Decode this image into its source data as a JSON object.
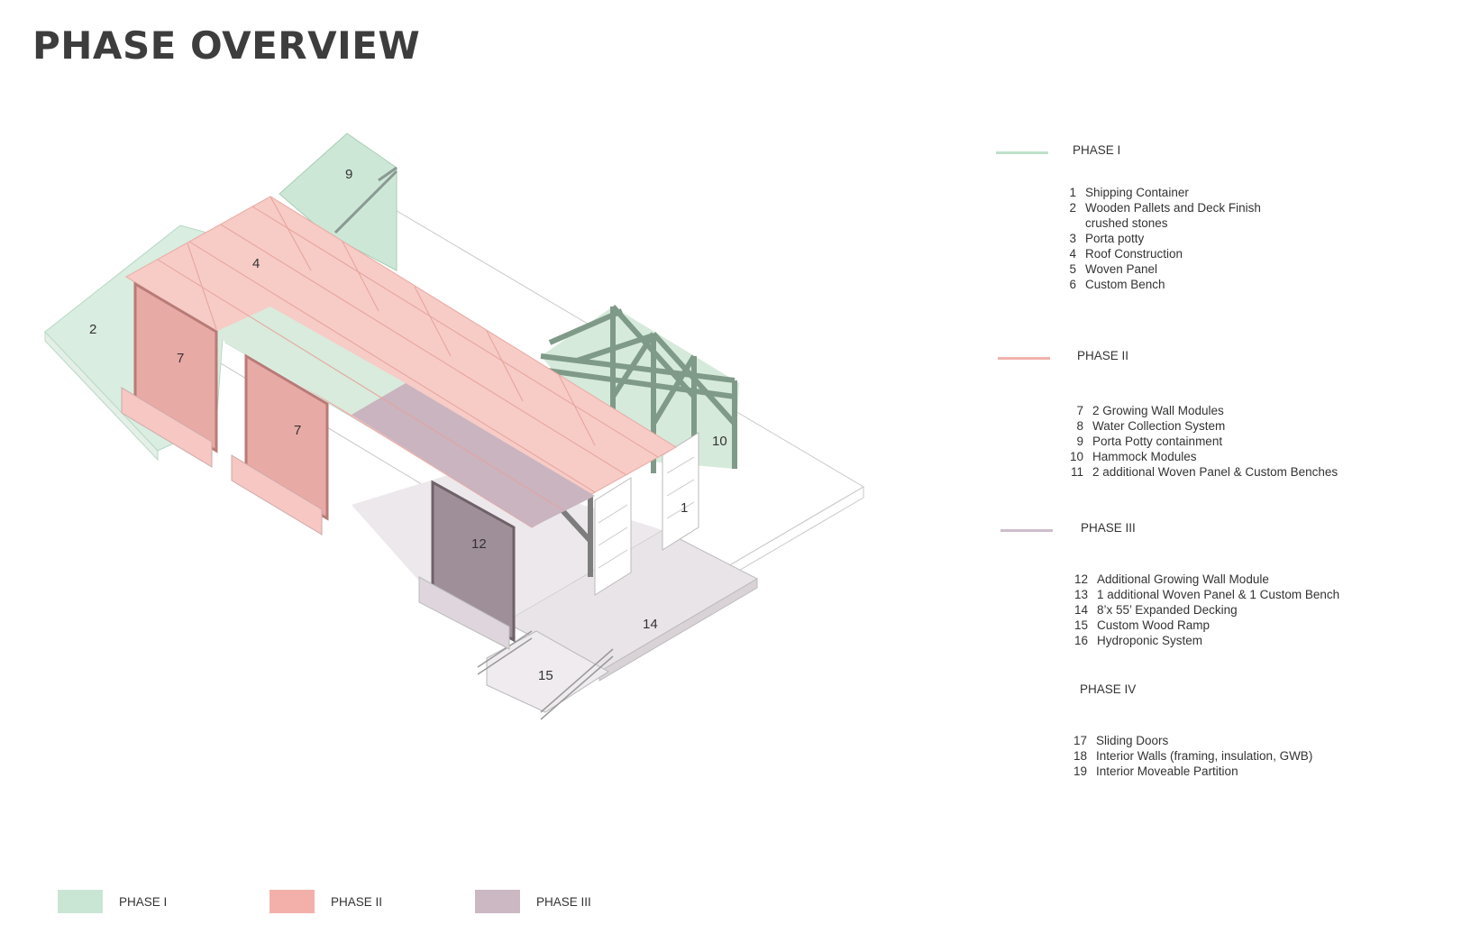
{
  "title": "PHASE OVERVIEW",
  "colors": {
    "phase1": "#cde7d6",
    "phase2": "#f2b3ae",
    "phase3": "#ccb9c4",
    "line1": "#bfe0c9",
    "line2": "#f1b2ac",
    "line3": "#cdbdcb"
  },
  "phases": [
    {
      "title": "PHASE I",
      "items": [
        {
          "num": "1",
          "text": "Shipping Container"
        },
        {
          "num": "2",
          "text": "Wooden Pallets and Deck Finish"
        },
        {
          "num": "",
          "text": "crushed stones"
        },
        {
          "num": "3",
          "text": "Porta potty"
        },
        {
          "num": "4",
          "text": "Roof Construction"
        },
        {
          "num": "5",
          "text": "Woven Panel"
        },
        {
          "num": "6",
          "text": "Custom Bench"
        }
      ]
    },
    {
      "title": "PHASE II",
      "items": [
        {
          "num": "7",
          "text": "2 Growing Wall Modules"
        },
        {
          "num": "8",
          "text": "Water Collection System"
        },
        {
          "num": "9",
          "text": "Porta Potty containment"
        },
        {
          "num": "10",
          "text": "Hammock Modules"
        },
        {
          "num": "11",
          "text": "2 additional Woven Panel & Custom Benches"
        }
      ]
    },
    {
      "title": "PHASE III",
      "items": [
        {
          "num": "12",
          "text": "Additional Growing Wall Module"
        },
        {
          "num": "13",
          "text": "1 additional Woven Panel & 1 Custom Bench"
        },
        {
          "num": "14",
          "text": "8’x 55’ Expanded Decking"
        },
        {
          "num": "15",
          "text": "Custom Wood Ramp"
        },
        {
          "num": "16",
          "text": "Hydroponic System"
        }
      ]
    },
    {
      "title": "PHASE IV",
      "items": [
        {
          "num": "17",
          "text": "Sliding Doors"
        },
        {
          "num": "18",
          "text": "Interior Walls (framing, insulation, GWB)"
        },
        {
          "num": "19",
          "text": "Interior Moveable Partition"
        }
      ]
    }
  ],
  "legend": [
    {
      "label": "PHASE I",
      "color": "#c9e5d3"
    },
    {
      "label": "PHASE II",
      "color": "#f3b0aa"
    },
    {
      "label": "PHASE III",
      "color": "#cbb8c3"
    }
  ],
  "callouts": {
    "c1": "1",
    "c2": "2",
    "c4": "4",
    "c7a": "7",
    "c7b": "7",
    "c9": "9",
    "c10": "10",
    "c12": "12",
    "c14": "14",
    "c15": "15"
  }
}
